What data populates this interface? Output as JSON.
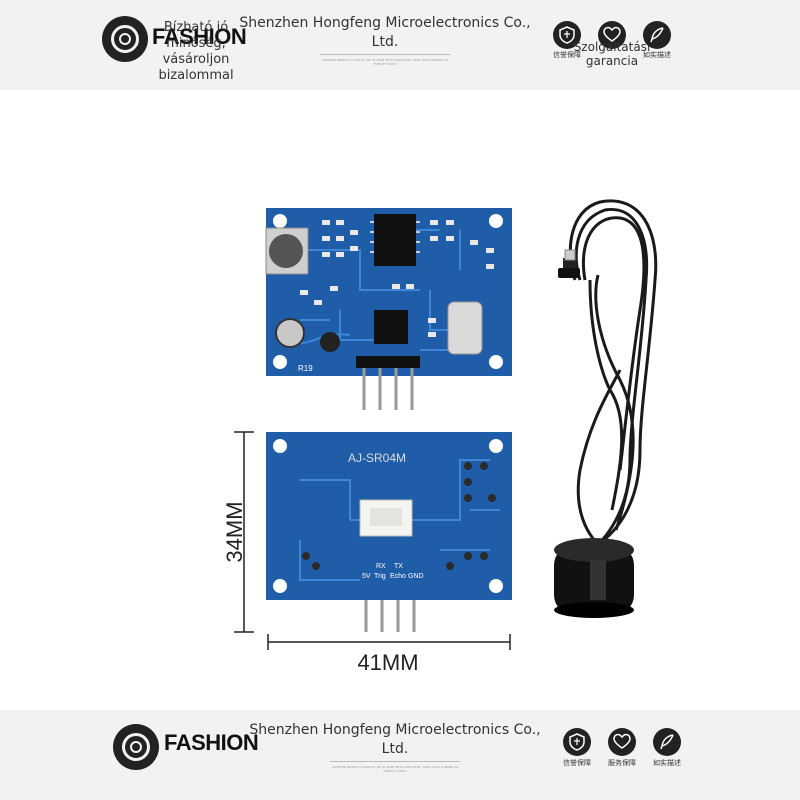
{
  "header": {
    "brand": "FASHION",
    "overlay_text": "Bízható jó minőség, vásároljon bizalommal",
    "company": "Shenzhen Hongfeng Microelectronics Co., Ltd.",
    "fine_print": "ALTMORE PRODUCT QUALITY, BE AT EASE WITH PURCHASE. TIME LASTS LONGER AS FIDELITY STAYS",
    "icons": [
      {
        "icon": "shield-icon",
        "label": "信誉保障"
      },
      {
        "icon": "heart-handshake-icon",
        "label": "Szolgáltatási garancia"
      },
      {
        "icon": "feather-icon",
        "label": "如实描述"
      }
    ],
    "service_text": "Szolgáltatási garancia"
  },
  "product": {
    "board_model": "AJ-SR04M",
    "component_label": "R19",
    "pin_labels_top": [
      "RX",
      "TX"
    ],
    "pin_labels_bottom": [
      "5V",
      "Trig",
      "Echo",
      "GND"
    ],
    "height_dim": "34MM",
    "width_dim": "41MM"
  },
  "footer": {
    "brand": "FASHION",
    "company": "Shenzhen Hongfeng Microelectronics Co., Ltd.",
    "fine_print": "ALTMORE PRODUCT QUALITY, BE AT EASE WITH PURCHASE. TIME LASTS LONGER AS FIDELITY STAYS",
    "icons": [
      {
        "icon": "shield-icon",
        "label": "信誉保障"
      },
      {
        "icon": "heart-handshake-icon",
        "label": "服务保障"
      },
      {
        "icon": "feather-icon",
        "label": "如实描述"
      }
    ]
  },
  "colors": {
    "pcb_blue": "#1f5da8",
    "pcb_trace": "#3f86d6",
    "banner_bg": "#f2f2f2"
  }
}
